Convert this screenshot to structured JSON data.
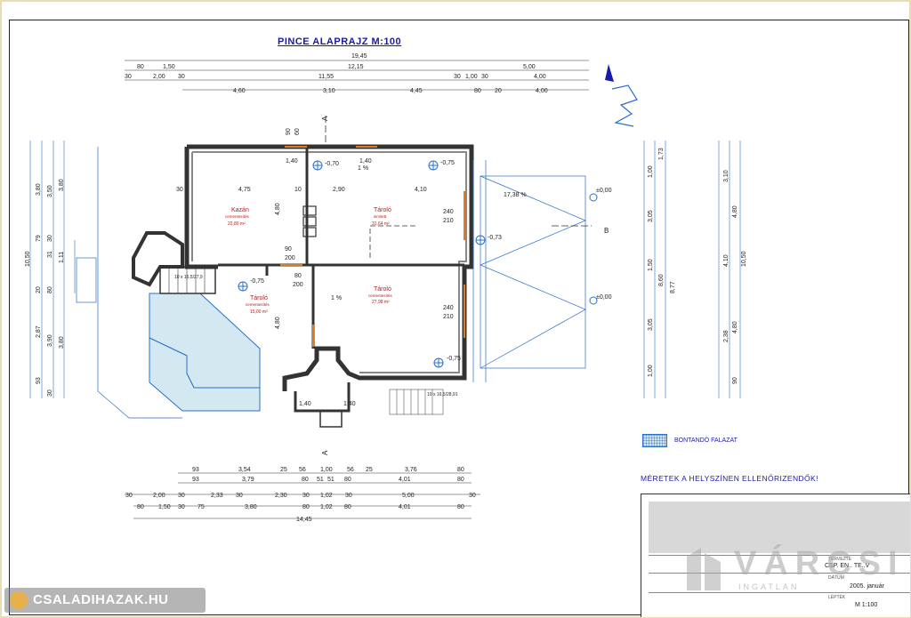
{
  "title": "PINCE ALAPRAJZ  M:100",
  "legend": {
    "label": "BONTANDÓ FALAZAT"
  },
  "warning": "MÉRETEK A HELYSZÍNEN ELLENŐRIZENDŐK!",
  "section_marks": {
    "a": "A",
    "b": "B"
  },
  "rooms": [
    {
      "name": "Kazán",
      "desc": "cementesítés",
      "area": "22,80 m²"
    },
    {
      "name": "Tároló",
      "desc": "simitett",
      "area": "31,64 m²"
    },
    {
      "name": "Tároló",
      "desc": "cementesítés",
      "area": "15,00 m²"
    },
    {
      "name": "Tároló",
      "desc": "cementesítés",
      "area": "27,98 m²"
    }
  ],
  "levels": [
    "-0,70",
    "-0,75",
    "-0,75",
    "-0,73",
    "-0,75",
    "±0,00",
    "±0,00"
  ],
  "slopes": [
    "1 %",
    "1 %",
    "17,38 %"
  ],
  "stairs": [
    "10 x 16,5/27,9",
    "10 x 16,5/28,91"
  ],
  "dims_top": {
    "overall": "19,45",
    "row1": [
      "80",
      "1,50",
      "12,15",
      "5,00"
    ],
    "row2": [
      "30",
      "2,00",
      "30",
      "11,55",
      "30",
      "1,00",
      "30",
      "4,00"
    ],
    "row3": [
      "4,60",
      "3,10",
      "4,45",
      "80",
      "20",
      "4,00"
    ]
  },
  "dims_interior": [
    "4,75",
    "10",
    "2,90",
    "4,10",
    "30",
    "1,40",
    "1,40",
    "90",
    "60",
    "90",
    "200",
    "80",
    "200",
    "240",
    "210",
    "240",
    "210",
    "4,80",
    "4,80",
    "1,40",
    "1,40"
  ],
  "dims_bottom": {
    "row1": [
      "93",
      "3,54",
      "25",
      "56",
      "1,00",
      "56",
      "25",
      "3,76",
      "80"
    ],
    "row2": [
      "93",
      "3,79",
      "80",
      "51",
      "51",
      "80",
      "4,01",
      "80"
    ],
    "row3": [
      "30",
      "2,00",
      "30",
      "2,33",
      "30",
      "2,30",
      "30",
      "1,02",
      "30",
      "5,00",
      "30"
    ],
    "row4": [
      "80",
      "1,50",
      "30",
      "75",
      "3,80",
      "80",
      "1,02",
      "80",
      "4,01",
      "80"
    ],
    "overall": "14,45"
  },
  "dims_left": [
    "10,50",
    "3,80",
    "3,50",
    "3,80",
    "79",
    "30",
    "31",
    "1,11",
    "80",
    "20",
    "3,90",
    "2,87",
    "3,80",
    "30",
    "93"
  ],
  "dims_right": {
    "col1": [
      "1,00",
      "1,73",
      "3,05",
      "1,50",
      "3,05",
      "1,00",
      "8,77"
    ],
    "col2": [
      "3,10",
      "4,80",
      "4,10",
      "8,60",
      "2,38",
      "4,80",
      "10,50",
      "90"
    ]
  },
  "title_block": {
    "tervezo_label": "TERVEZTE",
    "project": "CSP. EN.. TE..V",
    "date_label": "DÁTUM",
    "date": "2005. január",
    "scale_label": "LÉPTÉK",
    "scale": "M 1:100"
  },
  "watermark": {
    "name": "VÁRCSI",
    "sub": "INGATLAN"
  },
  "brand": "CSALADIHAZAK.HU"
}
